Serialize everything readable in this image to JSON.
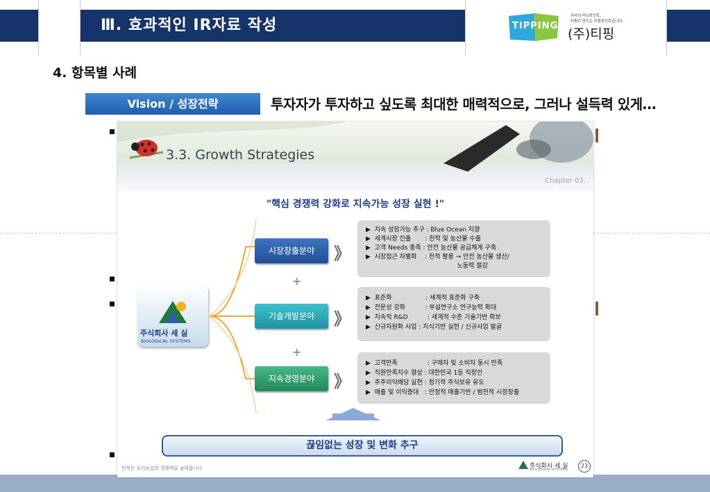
{
  "header": {
    "title": "Ⅲ. 효과적인 IR자료 작성",
    "logo_mark": "TIPPING",
    "logo_small_line1": "귀사의 터닝포인트,",
    "logo_small_line2": "티핑이 만드는 티핑포인트입니다.",
    "logo_company": "(주)티핑"
  },
  "section": {
    "heading": "4. 항목별 사례",
    "tag_label": "Vision / 성장전략",
    "tagline": "투자자가 투자하고 싶도록 최대한 매력적으로, 그러나 설득력 있게…"
  },
  "slide": {
    "title": "3.3. Growth Strategies",
    "chapter": "Chapter 03.",
    "quote": "\"핵심 경쟁력 강화로 지속가능 성장 실현 !\"",
    "company_kr": "주식회사 세 실",
    "company_en": "BIOLOGICAL SYSTEMS",
    "plus": "+",
    "chevron": "》",
    "strategies": [
      {
        "label": "시장창출분야",
        "bullets": [
          "▶  지속 성장가능 추구 : Blue Ocean 지향",
          "▶  세계시장 진출       : 천적 및 농산물 수출",
          "▶  고객 Needs 충족 : 안전 농산물 공급체계 구축",
          "▶  시장접근 차별화    : 천적 활용 → 안전 농산물 생산/",
          "                                              노동력 절감"
        ]
      },
      {
        "label": "기술개발분야",
        "bullets": [
          "▶  표준화                 : 세계적 표준화 구축",
          "▶  전문성 강화          : 부설연구소 연구능력 확대",
          "▶  지속적 R&D          : 세계적 수준 기술기반 확보",
          "▶  신규자원화 사업 : 지식기반 실현 / 신규사업 발굴"
        ]
      },
      {
        "label": "지속경영분야",
        "bullets": [
          "▶  고객만족               : 구매자 및 소비자 동시 만족",
          "▶  직원만족지수 향상 : 대한민국 1등 직장인",
          "▶  주주이익배당 실현 : 정기적 주식보유 유도",
          "▶  매출 및 이익증대   : 안정적 매출기반 / 범천적 시장창출"
        ]
      }
    ],
    "bottom_bar": "끊임없는 성장 및 변화 추구",
    "footer_left": "천적은 우리농업의 경쟁력을 높여줍니다",
    "footer_company": "주식회사 세 실",
    "footer_company_sub": "BIOLOGICAL SYSTEMS",
    "page_number": "23"
  },
  "colors": {
    "header_navy": "#16336a",
    "tag_blue": "#2f73c0",
    "box_blue": "#2b5fa6",
    "box_teal": "#23a7b5",
    "box_green": "#2e9d72",
    "band": "#9aaec6"
  }
}
